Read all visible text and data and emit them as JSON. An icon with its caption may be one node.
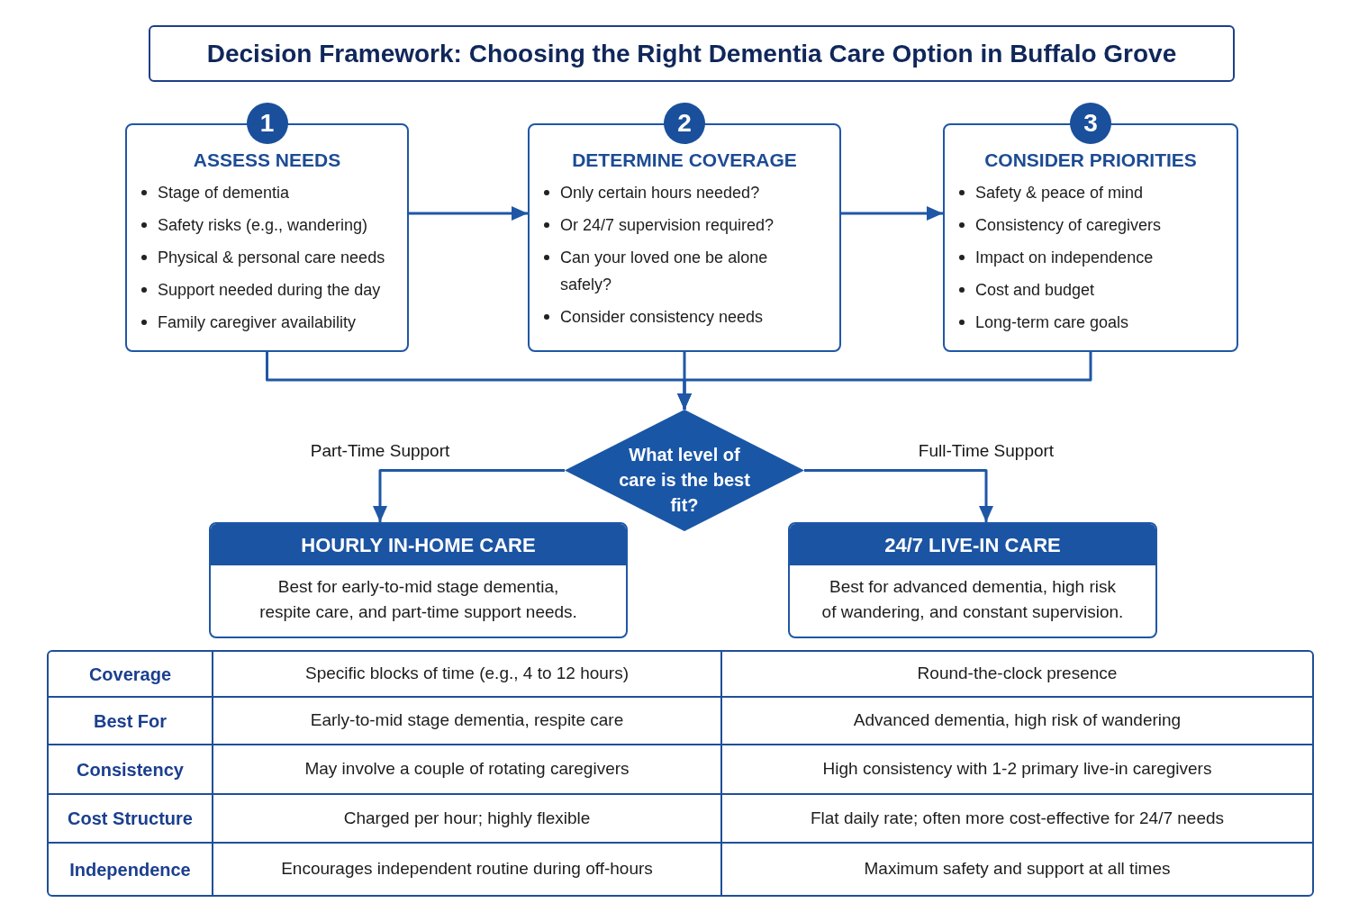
{
  "diagram": {
    "title": "Decision Framework: Choosing the Right Dementia Care Option in Buffalo Grove",
    "nodes": [
      {
        "text": [
          "1",
          "ASSESS NEEDS",
          "Stage of dementia",
          "Safety risks (e.g., wandering)",
          "Physical & personal care needs",
          "Support needed during the day",
          "Family caregiver availability"
        ]
      },
      {
        "text": [
          "2",
          "DETERMINE COVERAGE",
          "Only certain hours needed?",
          "Or 24/7 supervision required?",
          "Can your loved one be alone safely?",
          "Consider consistency needs"
        ]
      },
      {
        "text": [
          "3",
          "CONSIDER PRIORITIES",
          "Safety & peace of mind",
          "Consistency of caregivers",
          "Impact on independence",
          "Cost and budget",
          "Long-term care goals"
        ]
      },
      {
        "text": [
          "What level of care is the best fit?"
        ]
      },
      {
        "text": [
          "HOURLY IN-HOME CARE",
          "Best for early-to-mid stage dementia, respite care, and part-time support needs."
        ]
      },
      {
        "text": [
          "24/7 LIVE-IN CARE",
          "Best for advanced dementia, high risk of wandering, and constant supervision."
        ]
      }
    ],
    "edges": [
      {
        "from": 0,
        "to": 1,
        "arrow": "to"
      },
      {
        "from": 1,
        "to": 2,
        "arrow": "to"
      },
      {
        "from": 0,
        "to": 3,
        "arrow": "to"
      },
      {
        "from": 1,
        "to": 3,
        "arrow": "to"
      },
      {
        "from": 2,
        "to": 3,
        "arrow": "to"
      },
      {
        "from": 3,
        "to": 4,
        "arrow": "to",
        "label": "Part-Time Support"
      },
      {
        "from": 3,
        "to": 5,
        "arrow": "to",
        "label": "Full-Time Support"
      }
    ],
    "labels": [
      "Coverage",
      "Specific blocks of time (e.g., 4 to 12 hours)",
      "Round-the-clock presence",
      "Best For",
      "Early-to-mid stage dementia, respite care",
      "Advanced dementia, high risk of wandering",
      "Consistency",
      "May involve a couple of rotating caregivers",
      "High consistency with 1-2 primary live-in caregivers",
      "Cost Structure",
      "Charged per hour; highly flexible",
      "Flat daily rate; often more cost-effective for 24/7 needs",
      "Independence",
      "Encourages independent routine during off-hours",
      "Maximum safety and support at all times"
    ]
  }
}
